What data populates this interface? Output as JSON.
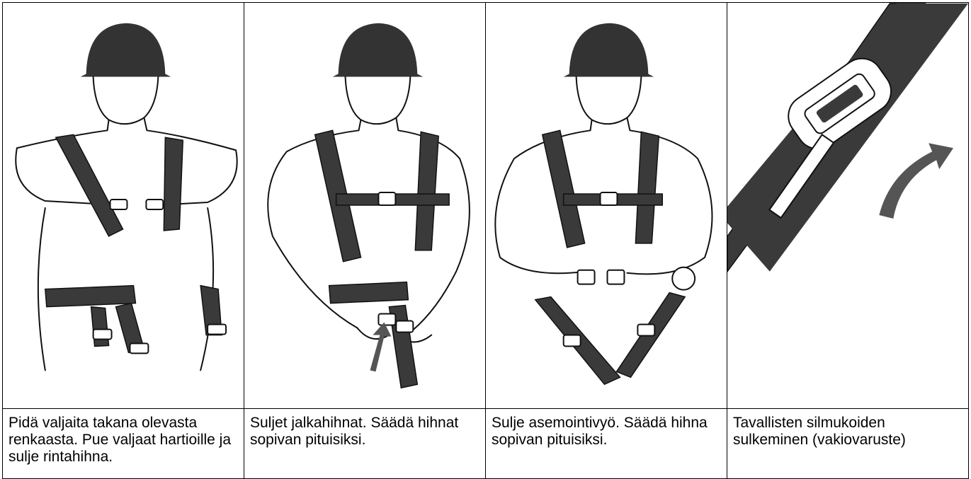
{
  "steps": [
    {
      "caption": "Pidä valjaita takana olevasta renkaasta. Pue valjaat hartioille ja sulje rintahihna.",
      "icon": "harness-donning-illustration"
    },
    {
      "caption": "Suljet jalkahihnat. Säädä hihnat sopivan pituisiksi.",
      "icon": "leg-strap-closing-illustration"
    },
    {
      "caption": "Sulje asemointivyö. Säädä hihna sopivan pituisiksi.",
      "icon": "positioning-belt-closing-illustration"
    },
    {
      "caption": "Tavallisten silmukoiden sulkeminen (vakiovaruste)",
      "icon": "strap-loop-closing-illustration"
    }
  ],
  "colors": {
    "ink": "#111111",
    "strap": "#3a3a3a",
    "helmet": "#333333",
    "border": "#000000"
  }
}
